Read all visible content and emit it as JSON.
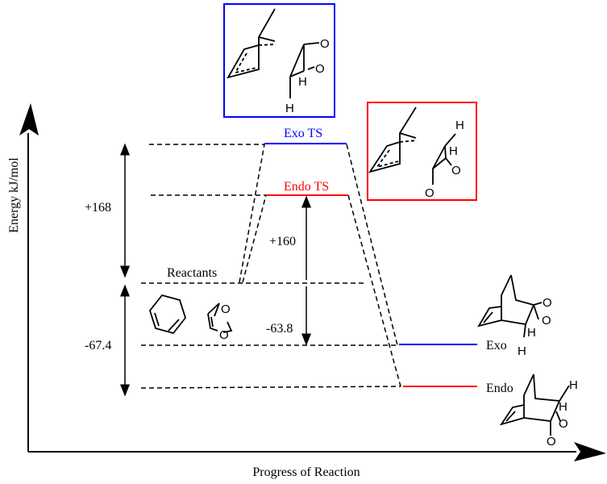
{
  "axes": {
    "y_label": "Energy kJ/mol",
    "x_label": "Progress of Reaction"
  },
  "levels": {
    "exo_ts": {
      "label": "Exo TS",
      "color": "#0000ff"
    },
    "endo_ts": {
      "label": "Endo TS",
      "color": "#ff0000"
    },
    "reactants": {
      "label": "Reactants"
    },
    "exo_product": {
      "label": "Exo",
      "color": "#0000ff"
    },
    "endo_product": {
      "label": "Endo",
      "color": "#ff0000"
    }
  },
  "energies": {
    "exo_barrier": "+168",
    "endo_barrier": "+160",
    "exo_reaction": "-67.4",
    "endo_reaction": "-63.8"
  },
  "atoms": {
    "oxygen": "O",
    "hydrogen": "H"
  }
}
